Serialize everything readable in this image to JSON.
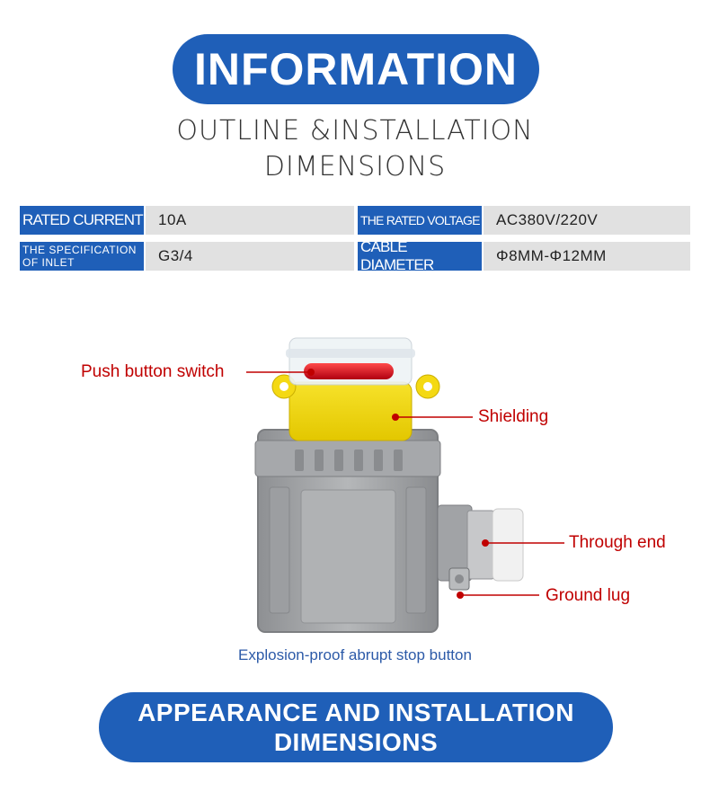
{
  "header": {
    "title": "INFORMATION",
    "subtitle_line1": "OUTLINE &INSTALLATION",
    "subtitle_line2": "DIMENSIONS"
  },
  "specs": {
    "rated_current_label": "RATED CURRENT",
    "rated_current_value": "10A",
    "rated_voltage_label": "THE RATED VOLTAGE",
    "rated_voltage_value": "AC380V/220V",
    "inlet_label_line1": "THE SPECIFICATION",
    "inlet_label_line2": "OF INLET",
    "inlet_value": "G3/4",
    "cable_label": "CABLE DIAMETER",
    "cable_value": "Φ8MM-Φ12MM"
  },
  "diagram": {
    "push_button_label": "Push button switch",
    "shielding_label": "Shielding",
    "through_end_label": "Through end",
    "ground_lug_label": "Ground lug",
    "caption": "Explosion-proof abrupt stop button",
    "colors": {
      "callout": "#c00000",
      "housing": "#a9abad",
      "cover": "#f5d90a",
      "button": "#d8121b"
    }
  },
  "footer": {
    "title_line1": "APPEARANCE AND INSTALLATION",
    "title_line2": "DIMENSIONS"
  },
  "colors": {
    "brand_blue": "#1f5fb8",
    "cell_gray": "#e1e1e1"
  }
}
